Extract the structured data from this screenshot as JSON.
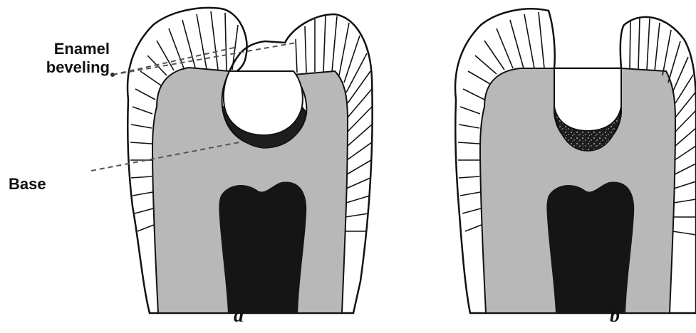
{
  "labels": {
    "enamel_line1": "Enamel",
    "enamel_line2": "beveling",
    "base": "Base"
  },
  "panels": [
    {
      "caption": "a"
    },
    {
      "caption": "b"
    }
  ],
  "colors": {
    "dentin": "#b8b8b8",
    "pulp": "#151515",
    "base_material": "#1e1e1e",
    "enamel": "#ffffff",
    "outline": "#111111",
    "leader": "#555555"
  }
}
